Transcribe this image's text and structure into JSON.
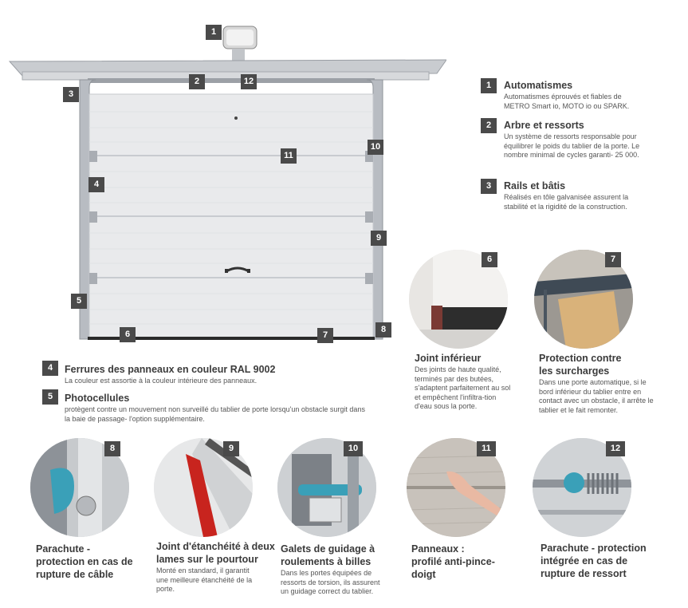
{
  "door_markers": [
    "1",
    "2",
    "12",
    "3",
    "11",
    "10",
    "4",
    "9",
    "5",
    "6",
    "7",
    "8"
  ],
  "features_top": [
    {
      "num": "1",
      "title": "Automatismes",
      "desc": "Automatismes éprouvés et fiables de METRO Smart io, MOTO io ou SPARK."
    },
    {
      "num": "2",
      "title": "Arbre et ressorts",
      "desc": "Un système de ressorts responsable pour équilibrer le poids du tablier de la porte. Le nombre minimal de cycles garanti- 25 000."
    },
    {
      "num": "3",
      "title": "Rails et bâtis",
      "desc": "Réalisés en tôle galvanisée assurent la stabilité et la rigidité de la construction."
    }
  ],
  "features_left": [
    {
      "num": "4",
      "title": "Ferrures des panneaux en couleur RAL 9002",
      "desc": "La couleur est assortie à la couleur intérieure des panneaux."
    },
    {
      "num": "5",
      "title": "Photocellules",
      "desc": "protègent contre un mouvement non surveillé du tablier de porte lorsqu'un obstacle surgit dans la baie de passage- l'option supplémentaire."
    }
  ],
  "circles_mid": [
    {
      "num": "6",
      "title_lines": [
        "Joint inférieur"
      ],
      "desc": "Des joints de haute qualité, terminés par des butées, s'adaptent parfaitement au sol et empêchent l'infiltra-tion d'eau sous la porte."
    },
    {
      "num": "7",
      "title_lines": [
        "Protection contre",
        "les surcharges"
      ],
      "desc": "Dans une porte automatique, si le bord inférieur du tablier entre en contact avec un obstacle, il arrête le tablier et le fait remonter."
    }
  ],
  "circles_bottom": [
    {
      "num": "8",
      "title_lines": [
        "Parachute -",
        "protection en cas de",
        "rupture de câble"
      ],
      "desc": ""
    },
    {
      "num": "9",
      "title_lines": [
        "Joint d'étanchéité à deux",
        "lames sur le pourtour"
      ],
      "desc": "Monté en standard, il garantit une meilleure étanchéité de la porte."
    },
    {
      "num": "10",
      "title_lines": [
        "Galets de guidage à",
        "roulements à billes"
      ],
      "desc": "Dans les portes équipées de ressorts de torsion, ils assurent un guidage correct du tablier."
    },
    {
      "num": "11",
      "title_lines": [
        "Panneaux :",
        "profilé anti-pince-",
        "doigt"
      ],
      "desc": ""
    },
    {
      "num": "12",
      "title_lines": [
        "Parachute - protection",
        "intégrée en cas de",
        "rupture de ressort"
      ],
      "desc": ""
    }
  ],
  "colors": {
    "badge": "#4a4a4a",
    "door_panel": "#e9eaec",
    "frame": "#b8bcc2",
    "seal_red": "#c8241e",
    "roller_blue": "#3aa0b8"
  }
}
